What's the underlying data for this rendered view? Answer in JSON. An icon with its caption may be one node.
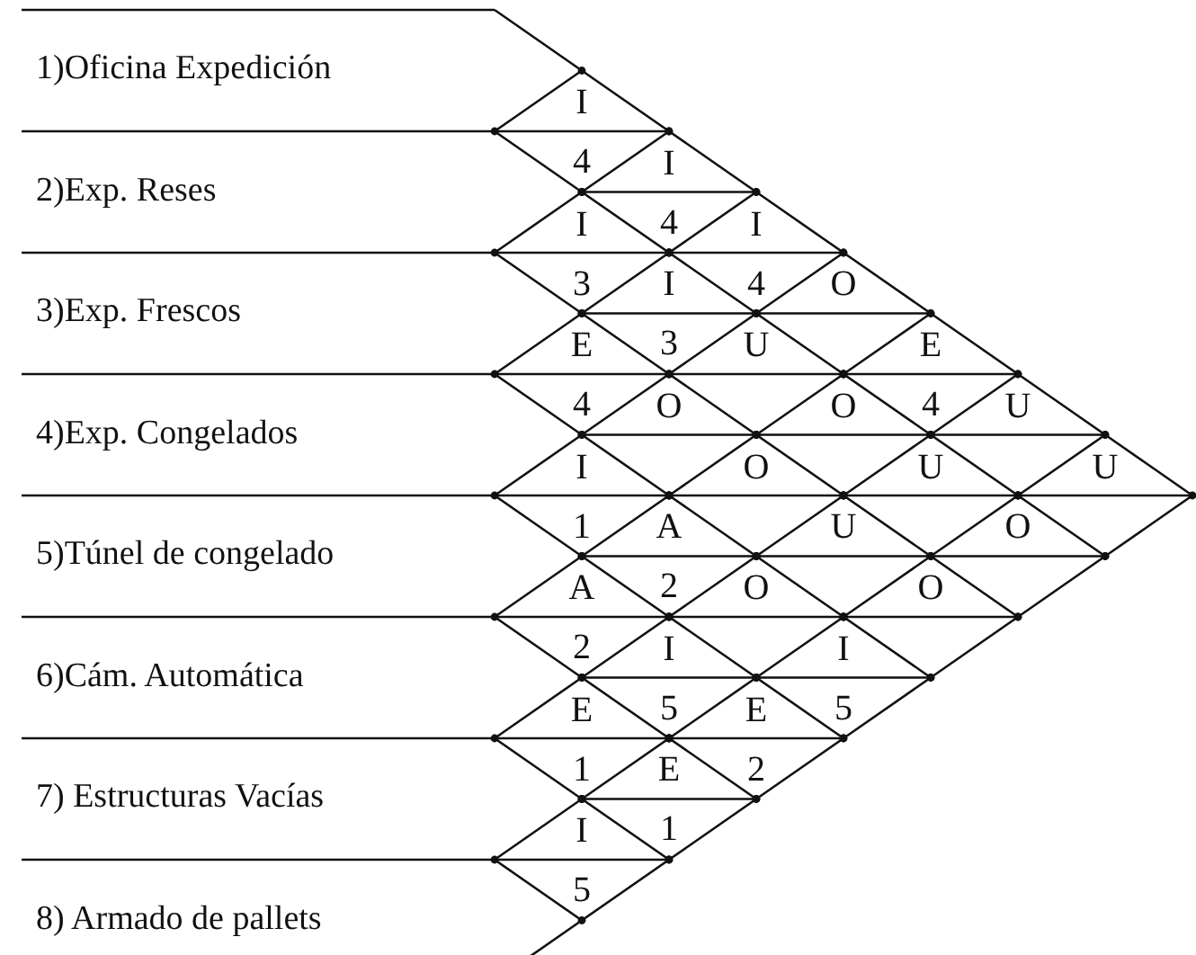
{
  "diagram": {
    "labels": [
      "1)Oficina Expedición",
      "2)Exp. Reses",
      "3)Exp. Frescos",
      "4)Exp. Congelados",
      "5)Túnel de congelado",
      "6)Cám. Automática",
      "7) Estructuras Vacías",
      "8) Armado de pallets",
      "I",
      "4",
      "I",
      "I",
      "4",
      "I",
      "3",
      "I",
      "4",
      "O",
      "E",
      "3",
      "U",
      "E",
      "4",
      "O",
      "O",
      "4",
      "U",
      "I",
      "O",
      "U",
      "U",
      "1",
      "A",
      "U",
      "O",
      "A",
      "2",
      "O",
      "O",
      "2",
      "I",
      "I",
      "E",
      "5",
      "E",
      "5",
      "1",
      "E",
      "2",
      "I",
      "1",
      "5"
    ]
  }
}
